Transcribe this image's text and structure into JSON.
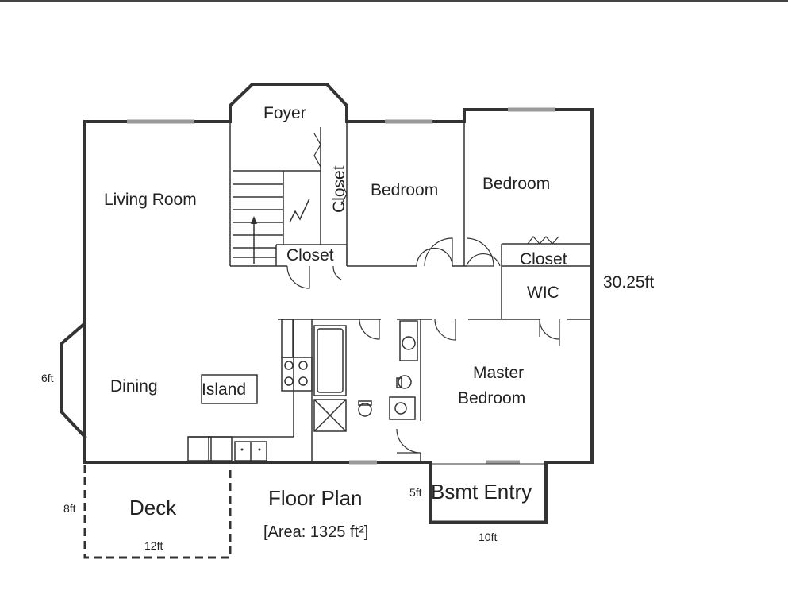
{
  "title": "Floor Plan",
  "area": "[Area: 1325 ft²]",
  "rooms": {
    "foyer": "Foyer",
    "living_room": "Living Room",
    "bedroom_1": "Bedroom",
    "bedroom_2": "Bedroom",
    "closet_vertical": "Closet",
    "closet_stair": "Closet",
    "closet_bedroom": "Closet",
    "wic": "WIC",
    "master_line1": "Master",
    "master_line2": "Bedroom",
    "dining": "Dining",
    "island": "Island",
    "deck": "Deck",
    "bsmt_entry": "Bsmt Entry"
  },
  "dimensions": {
    "height": "30.25ft",
    "dining_bay": "6ft",
    "deck_depth": "8ft",
    "deck_width": "12ft",
    "bsmt_depth": "5ft",
    "bsmt_width": "10ft"
  }
}
